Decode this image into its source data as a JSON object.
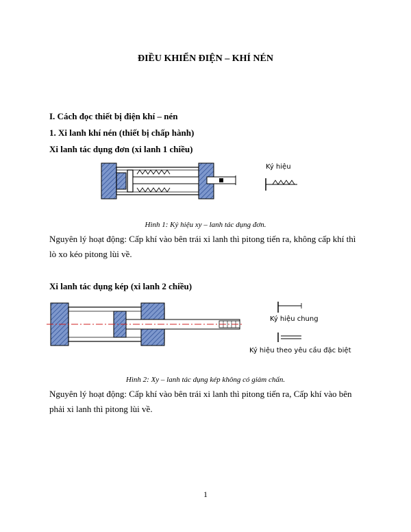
{
  "title": "ĐIỀU KHIỂN ĐIỆN – KHÍ NÉN",
  "section_1": "I. Cách đọc thiết bị điện khí – nén",
  "subsection_1": "1. Xi lanh khí nén (thiết bị chấp hành)",
  "single_acting_heading": "Xi lanh tác dụng đơn (xi lanh 1 chiều)",
  "fig1": {
    "symbol_label": "Ký hiệu",
    "caption": "Hình 1: Ký hiệu  xy – lanh tác dụng đơn."
  },
  "principle_1": "Nguyên lý hoạt động: Cấp khí vào bên trái xi lanh thì pitong tiến ra, không cấp khí thì lò xo kéo pitong lùi về.",
  "double_acting_heading": "Xi lanh tác dụng kép (xi lanh 2 chiều)",
  "fig2": {
    "symbol_general": "Ký hiệu chung",
    "symbol_special": "Ký hiệu theo yêu cầu đặc biệt",
    "caption": "Hình 2: Xy – lanh tác dụng kép không có giảm chấn."
  },
  "principle_2": "Nguyên lý hoạt động: Cấp khí vào bên trái xi lanh thì pitong tiến ra, Cấp khí vào bên phải xi lanh thì pitong lùi về.",
  "page_number": "1",
  "colors": {
    "hatch": "#4a6fb5",
    "axis_red": "#d02020",
    "line": "#000000"
  }
}
